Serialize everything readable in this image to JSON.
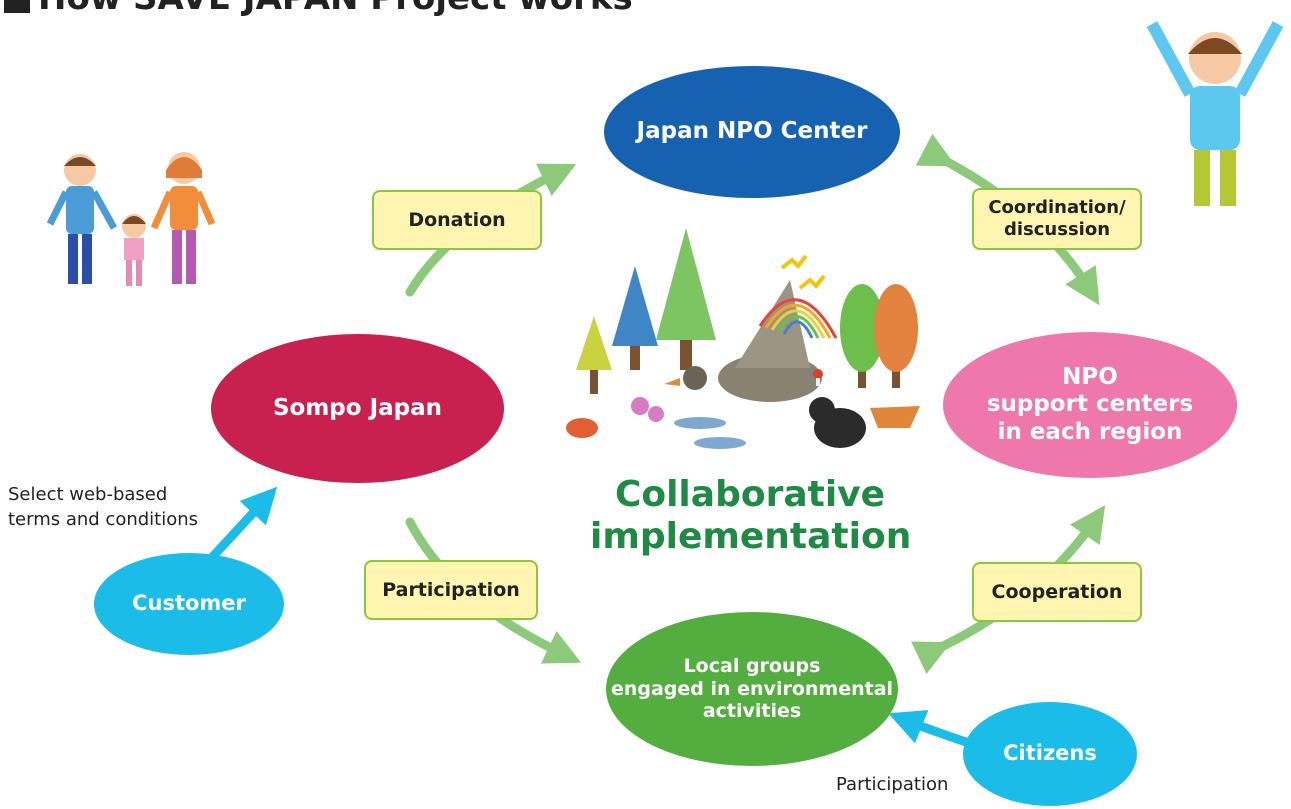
{
  "heading": "How SAVE JAPAN Project works",
  "nodes": {
    "npo_center": "Japan NPO Center",
    "npo_support": [
      "NPO",
      "support centers",
      "in each region"
    ],
    "sompo": "Sompo Japan",
    "local_groups": [
      "Local groups",
      "engaged in environmental",
      "activities"
    ],
    "customer": "Customer",
    "citizens": "Citizens"
  },
  "labels": {
    "donation": "Donation",
    "coordination": [
      "Coordination/",
      "discussion"
    ],
    "participation": "Participation",
    "cooperation": "Cooperation"
  },
  "center_title": [
    "Collaborative",
    "implementation"
  ],
  "notes": {
    "web_terms": [
      "Select web-based",
      "terms and conditions"
    ],
    "citizen_participation": "Participation"
  },
  "colors": {
    "npo_center": "#1762b0",
    "npo_support": "#ee77ac",
    "sompo": "#c8204f",
    "local_groups": "#54ae3f",
    "customer_citizens": "#1cbce8",
    "arrow_green": "#8cc97a",
    "arrow_blue": "#1cbce8",
    "title_green": "#1e8a43"
  }
}
